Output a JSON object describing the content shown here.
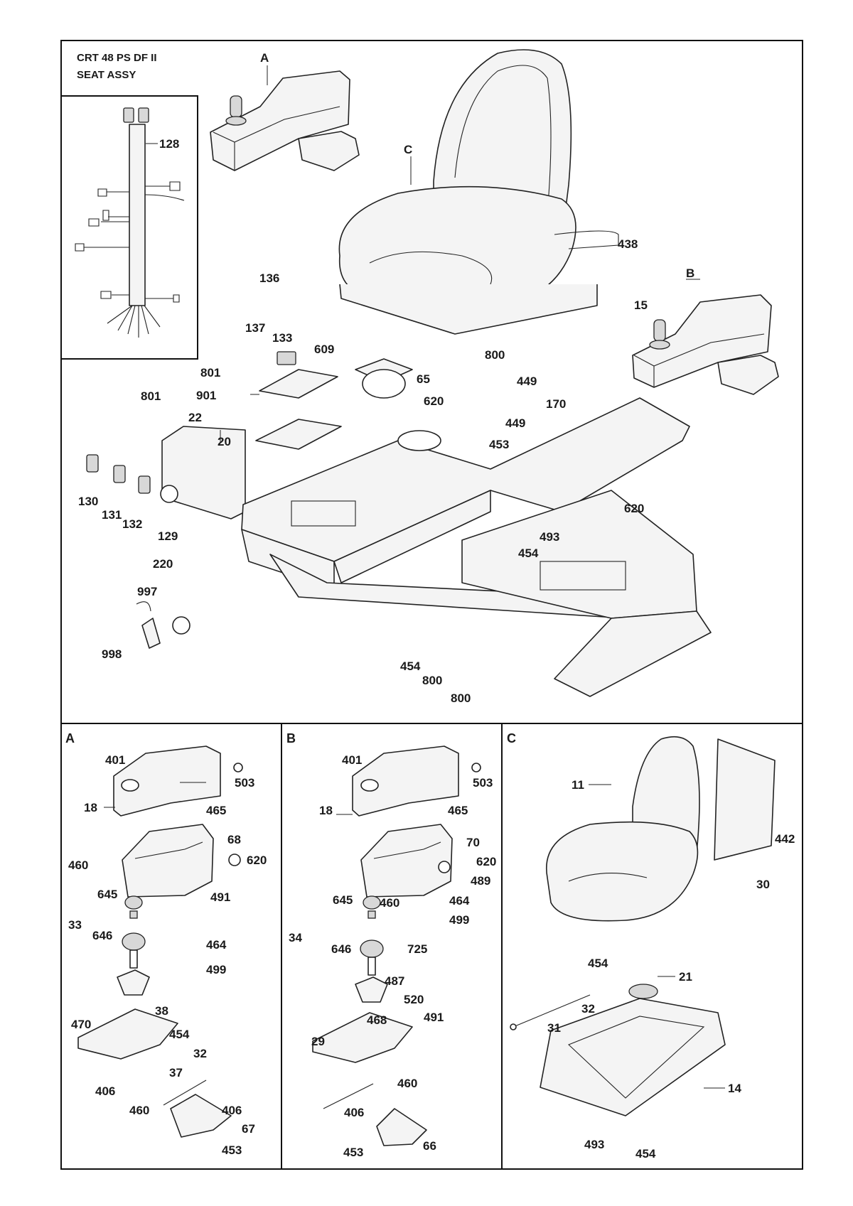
{
  "title": {
    "line1": "CRT 48 PS DF II",
    "line2": "SEAT ASSY"
  },
  "sections": {
    "main": {
      "callouts": [
        "A",
        "C",
        "B"
      ],
      "parts": [
        "128",
        "136",
        "137",
        "133",
        "609",
        "65",
        "801",
        "901",
        "801",
        "22",
        "20",
        "620",
        "800",
        "449",
        "438",
        "15",
        "170",
        "449",
        "453",
        "620",
        "493",
        "454",
        "130",
        "131",
        "132",
        "129",
        "220",
        "997",
        "998",
        "454",
        "800",
        "800"
      ]
    },
    "detail_a": {
      "label": "A",
      "parts": [
        "401",
        "503",
        "18",
        "465",
        "68",
        "460",
        "620",
        "645",
        "33",
        "646",
        "491",
        "464",
        "499",
        "470",
        "38",
        "454",
        "32",
        "37",
        "406",
        "460",
        "406",
        "67",
        "453"
      ]
    },
    "detail_b": {
      "label": "B",
      "parts": [
        "401",
        "503",
        "18",
        "465",
        "70",
        "620",
        "489",
        "645",
        "460",
        "464",
        "499",
        "34",
        "646",
        "725",
        "487",
        "520",
        "491",
        "468",
        "29",
        "460",
        "406",
        "453",
        "66"
      ]
    },
    "detail_c": {
      "label": "C",
      "parts": [
        "11",
        "442",
        "30",
        "454",
        "21",
        "32",
        "31",
        "14",
        "493",
        "454"
      ]
    }
  }
}
